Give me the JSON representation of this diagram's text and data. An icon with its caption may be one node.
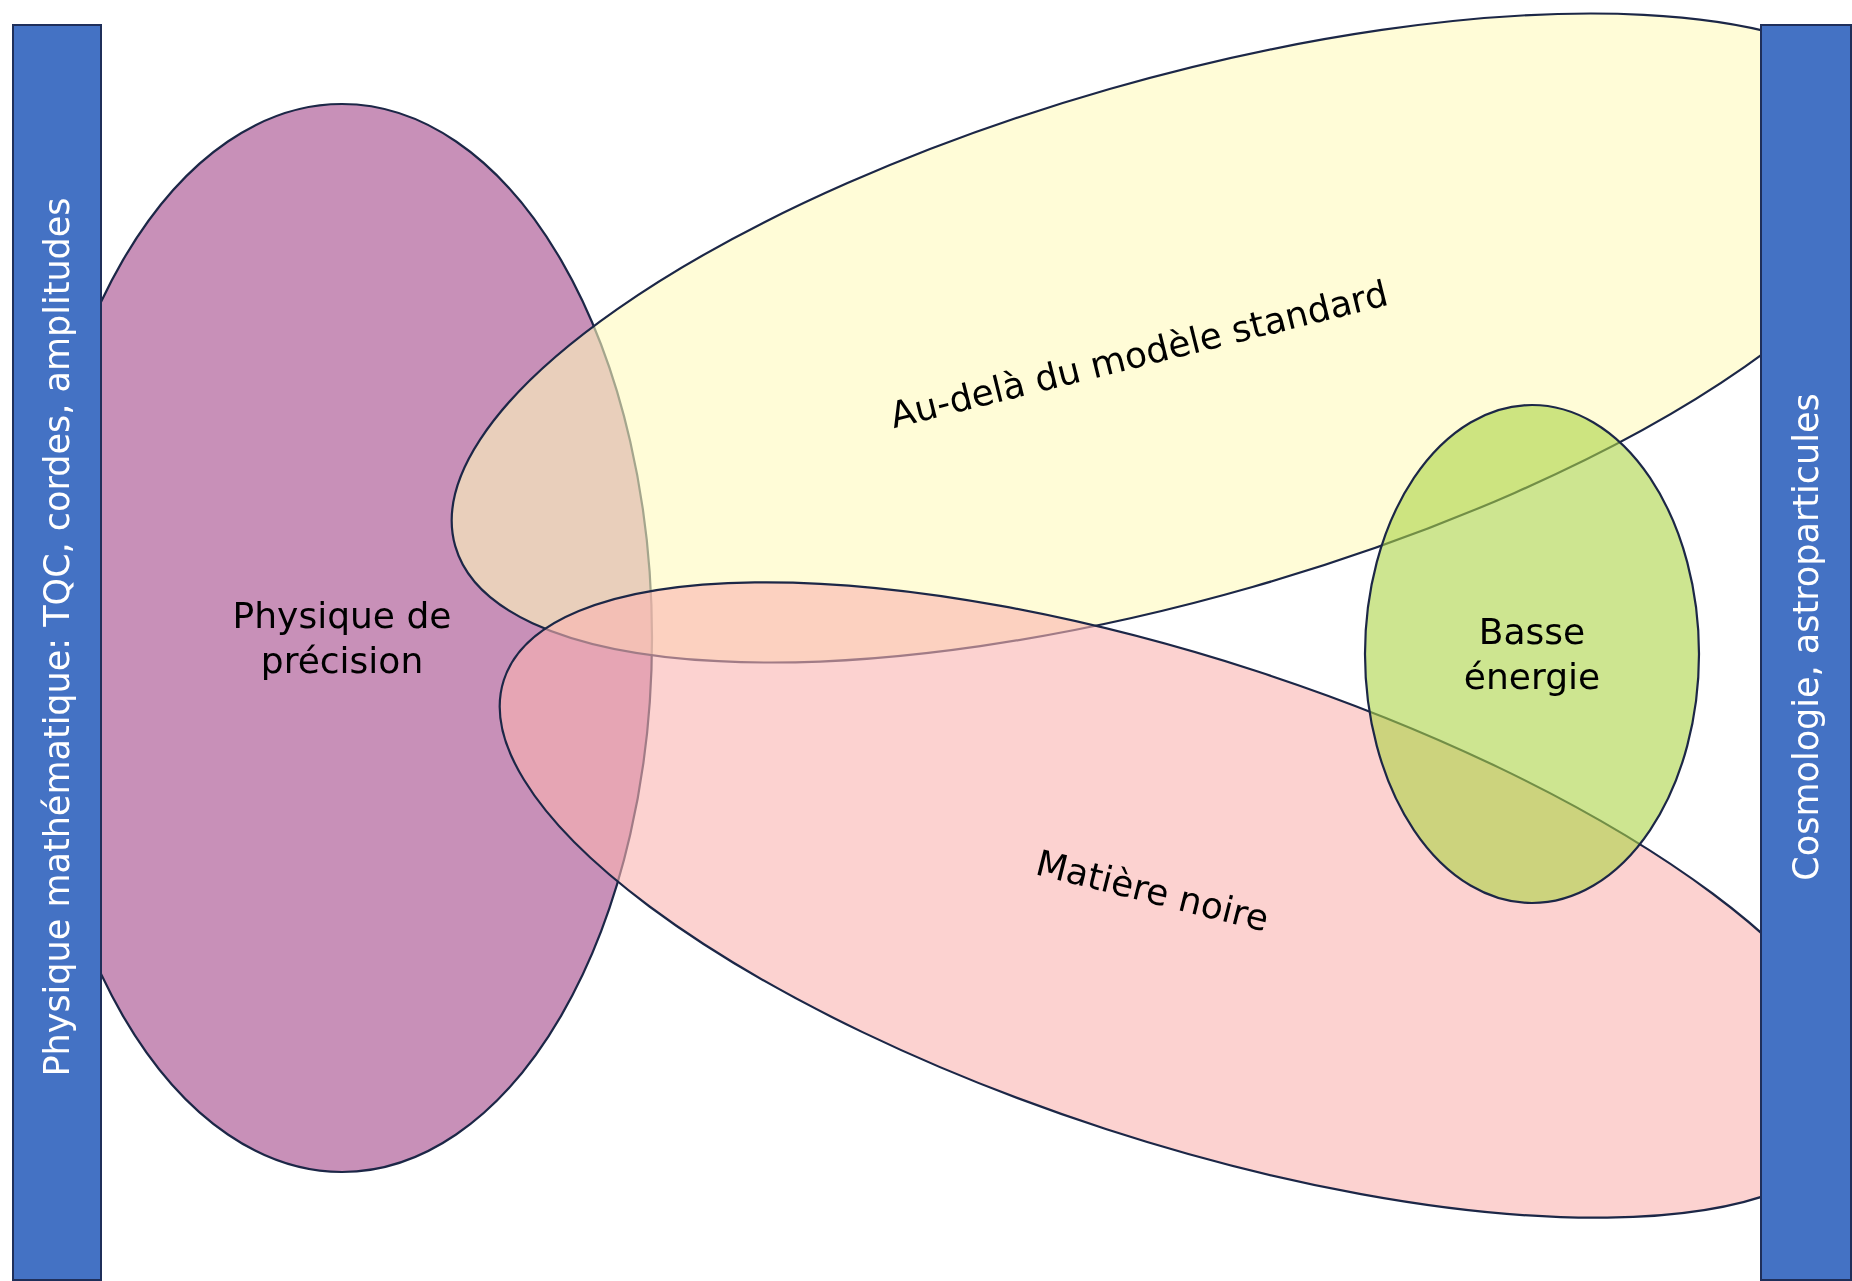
{
  "diagram": {
    "nodes": [
      {
        "text": [
          "Physique mathématique: TQC, cordes, amplitudes"
        ]
      },
      {
        "text": [
          "Cosmologie, astroparticules"
        ]
      },
      {
        "text": [
          "Physique de précision"
        ]
      },
      {
        "text": [
          "Au-delà du modèle standard"
        ]
      },
      {
        "text": [
          "Matière noire"
        ]
      },
      {
        "text": [
          "Basse énergie"
        ]
      }
    ]
  }
}
